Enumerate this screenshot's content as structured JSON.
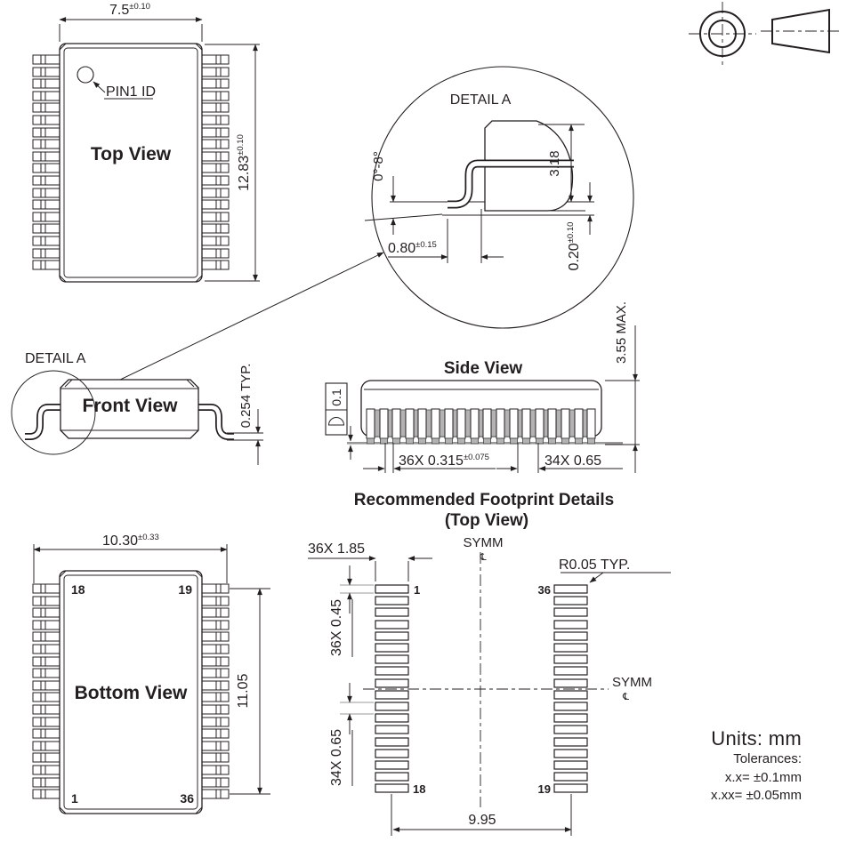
{
  "top_view": {
    "title": "Top View",
    "pin1_label": "PIN1 ID",
    "width_value": "7.5",
    "width_tol": "±0.10",
    "height_value": "12.83",
    "height_tol": "±0.10"
  },
  "detail_a": {
    "title": "DETAIL A",
    "angle": "0°-8°",
    "body_height": "3.18",
    "foot_value": "0.80",
    "foot_tol": "±0.15",
    "standoff_value": "0.20",
    "standoff_tol": "±0.10"
  },
  "front_view": {
    "title": "Front View",
    "detail_label": "DETAIL A",
    "foot_thickness": "0.254 TYP."
  },
  "side_view": {
    "title": "Side View",
    "profile_tolerance": "0.1",
    "lead_width_value": "36X 0.315",
    "lead_width_tol": "±0.075",
    "pitch": "34X 0.65",
    "max_height": "3.55 MAX."
  },
  "bottom_view": {
    "title": "Bottom View",
    "width_value": "10.30",
    "width_tol": "±0.33",
    "lead_span": "11.05",
    "corner_top_left": "18",
    "corner_top_right": "19",
    "corner_bottom_left": "1",
    "corner_bottom_right": "36"
  },
  "footprint": {
    "title": "Recommended Footprint Details",
    "subtitle": "(Top View)",
    "pad_length": "36X 1.85",
    "pad_width": "36X 0.45",
    "pitch": "34X 0.65",
    "span": "9.95",
    "symm_top": "SYMM",
    "symm_right": "SYMM",
    "centerline_symbol": "℄",
    "corner_radius": "R0.05 TYP.",
    "pad_left_top": "1",
    "pad_left_bottom": "18",
    "pad_right_top": "36",
    "pad_right_bottom": "19"
  },
  "notes": {
    "units": "Units: mm",
    "tolerances_title": "Tolerances:",
    "tolerance_1": "x.x= ±0.1mm",
    "tolerance_2": "x.xx= ±0.05mm"
  },
  "colors": {
    "line": "#231f20",
    "gray_fill": "#b3b3b3",
    "background": "#ffffff"
  }
}
